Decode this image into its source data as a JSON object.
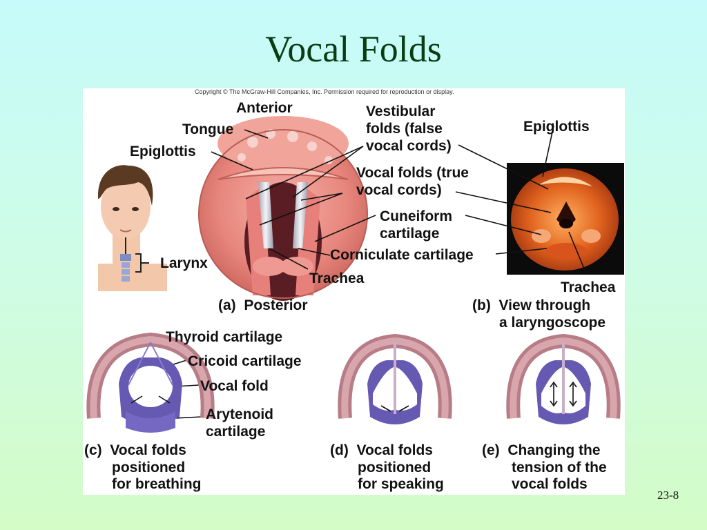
{
  "slide": {
    "title": "Vocal Folds",
    "number": "23-8"
  },
  "figure": {
    "copyright": "Copyright © The McGraw-Hill Companies, Inc. Permission required for reproduction or display.",
    "labels": {
      "anterior": "Anterior",
      "tongue": "Tongue",
      "epiglottis_a": "Epiglottis",
      "vestibular_1": "Vestibular",
      "vestibular_2": "folds (false",
      "vestibular_3": "vocal cords)",
      "vocal_true_1": "Vocal folds (true",
      "vocal_true_2": "vocal cords)",
      "cuneiform_1": "Cuneiform",
      "cuneiform_2": "cartilage",
      "corniculate": "Corniculate cartilage",
      "trachea_a": "Trachea",
      "larynx": "Larynx",
      "epiglottis_b": "Epiglottis",
      "trachea_b": "Trachea",
      "thyroid": "Thyroid cartilage",
      "cricoid": "Cricoid cartilage",
      "vocal_fold": "Vocal fold",
      "arytenoid_1": "Arytenoid",
      "arytenoid_2": "cartilage"
    },
    "captions": {
      "a": {
        "letter": "(a)",
        "lines": [
          "Posterior"
        ]
      },
      "b": {
        "letter": "(b)",
        "lines": [
          "View through",
          "a laryngoscope"
        ]
      },
      "c": {
        "letter": "(c)",
        "lines": [
          "Vocal folds",
          "positioned",
          "for breathing"
        ]
      },
      "d": {
        "letter": "(d)",
        "lines": [
          "Vocal folds",
          "positioned",
          "for speaking"
        ]
      },
      "e": {
        "letter": "(e)",
        "lines": [
          "Changing the",
          "tension of the",
          "vocal folds"
        ]
      }
    }
  }
}
